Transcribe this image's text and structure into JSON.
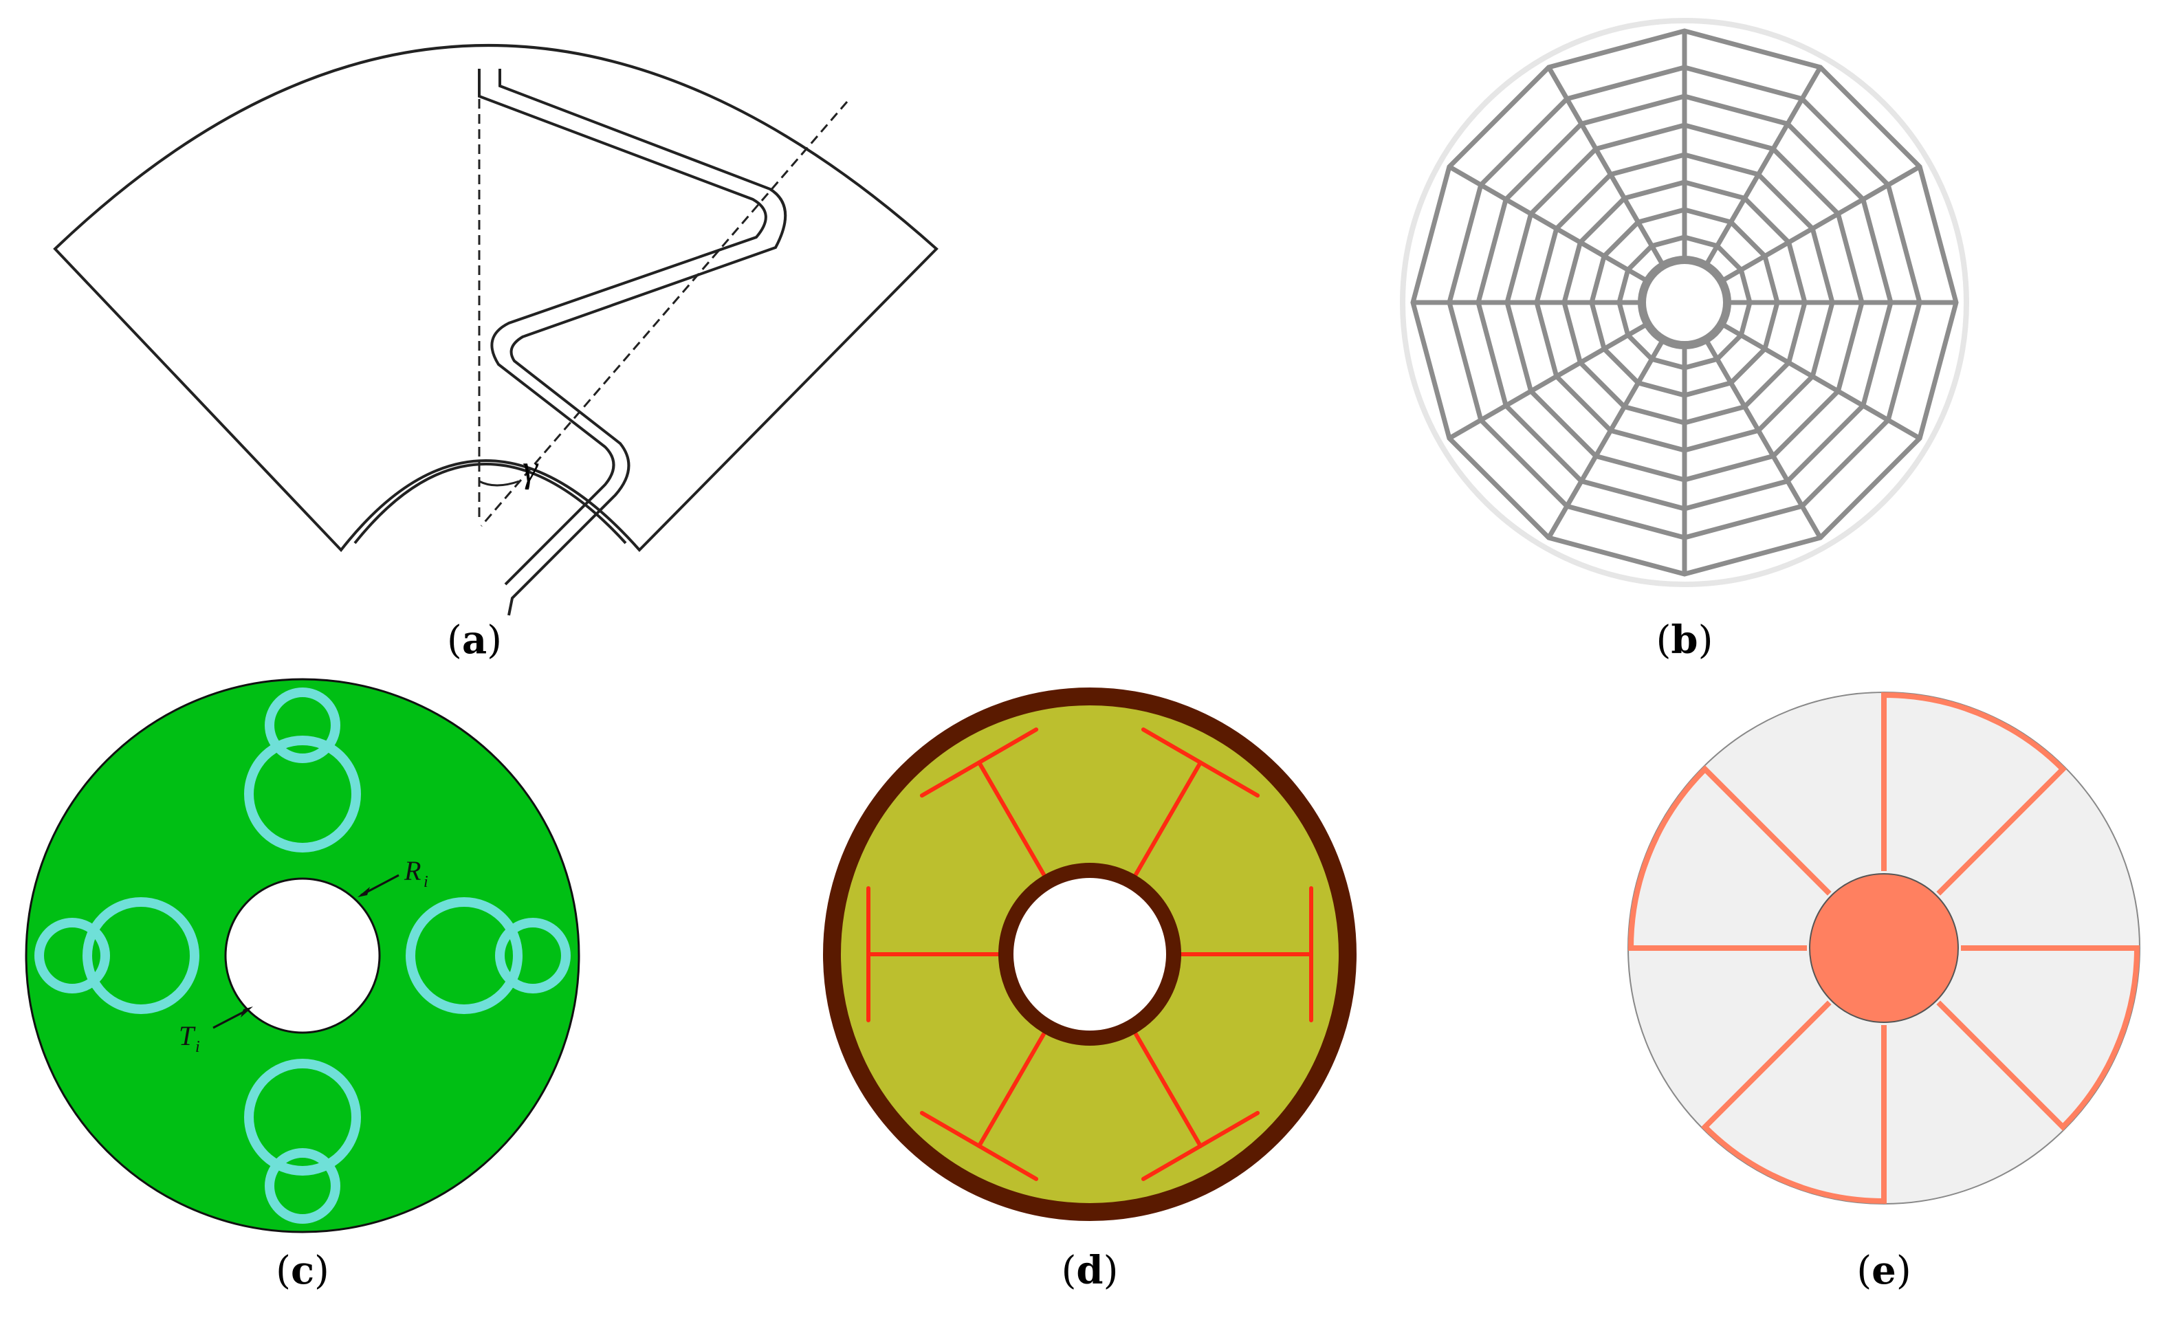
{
  "figure": {
    "panels": [
      {
        "id": "a",
        "label": "a",
        "description": "Sector of a bearing with zigzag folded flexure spoke, dashed reference lines and angle gamma"
      },
      {
        "id": "b",
        "label": "b",
        "description": "Spider-web flexure pattern with 12 radial spokes and concentric dodecagonal rings"
      },
      {
        "id": "c",
        "label": "c",
        "description": "Green annular disk with four pairs of cyan rings",
        "annotations": {
          "r_label": "R",
          "r_sub": "i",
          "t_label": "T",
          "t_sub": "i"
        }
      },
      {
        "id": "d",
        "label": "d",
        "description": "Olive annulus with brown rims and six red T-shaped radial beams"
      },
      {
        "id": "e",
        "label": "e",
        "description": "Light-gray disk with salmon central hub and eight L-shaped radial flexures"
      }
    ],
    "angle_symbol": "γ",
    "colors": {
      "c_fill": "#00bf14",
      "c_ring": "#6fe0d8",
      "d_fill": "#bcbf2e",
      "d_rim": "#5a1a00",
      "d_beam": "#ff2a12",
      "e_fill": "#f0f0f0",
      "e_hub": "#ff8060",
      "b_line": "#8c8c8c"
    }
  }
}
